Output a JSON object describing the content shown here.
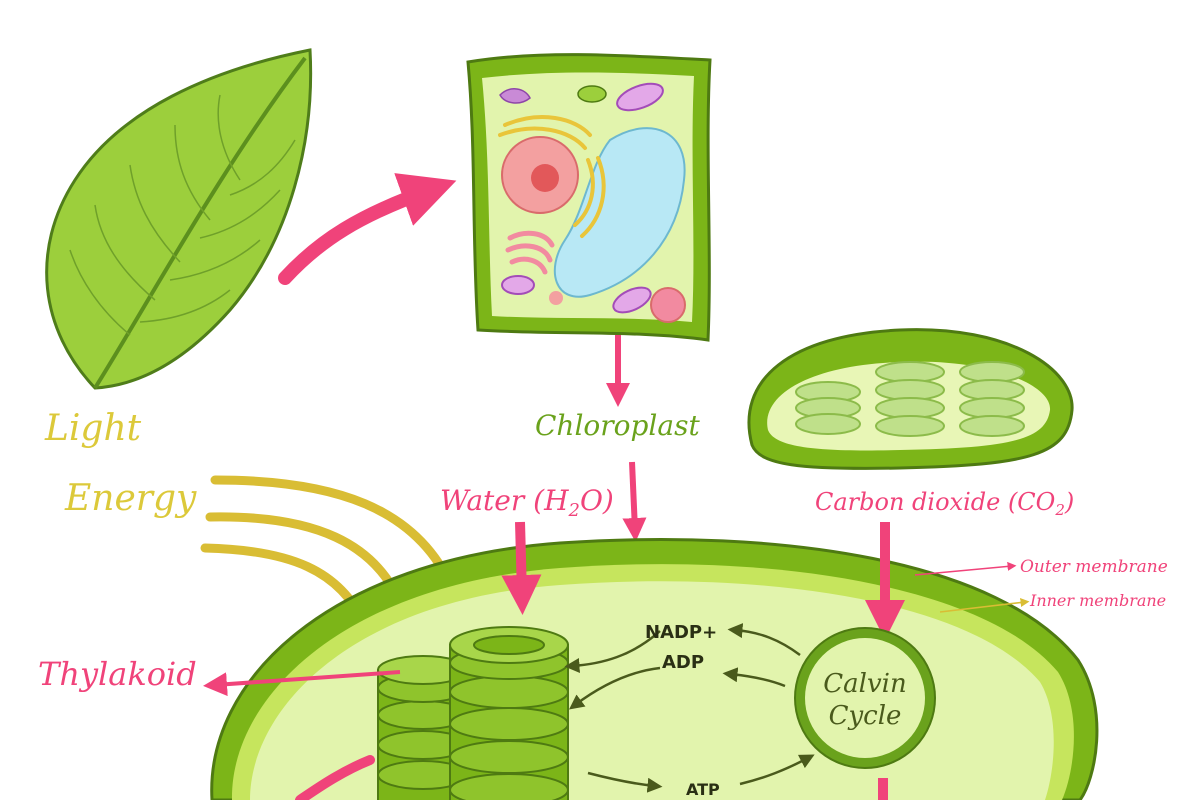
{
  "colors": {
    "leaf_green": "#9ccf3c",
    "leaf_dark": "#5c8f1e",
    "chloroplast_outer": "#7cb518",
    "chloroplast_inner": "#e8f6b6",
    "pink": "#f0437a",
    "yellow": "#e0c43a",
    "cell_fill": "#e2f4ad",
    "vacuole": "#b8e8f5"
  },
  "labels": {
    "light_line1": "Light",
    "light_line2": "Energy",
    "chloroplast": "Chloroplast",
    "water": "Water (H",
    "water_sub": "2",
    "water_end": "O)",
    "co2": "Carbon dioxide (CO",
    "co2_sub": "2",
    "co2_end": ")",
    "outer_membrane": "Outer membrane",
    "inner_membrane": "Inner membrane",
    "thylakoid": "Thylakoid",
    "nadp": "NADP+",
    "adp": "ADP",
    "atp": "ATP",
    "calvin_line1": "Calvin",
    "calvin_line2": "Cycle"
  },
  "icons": [
    "leaf-icon",
    "plant-cell-icon",
    "chloroplast-icon"
  ]
}
